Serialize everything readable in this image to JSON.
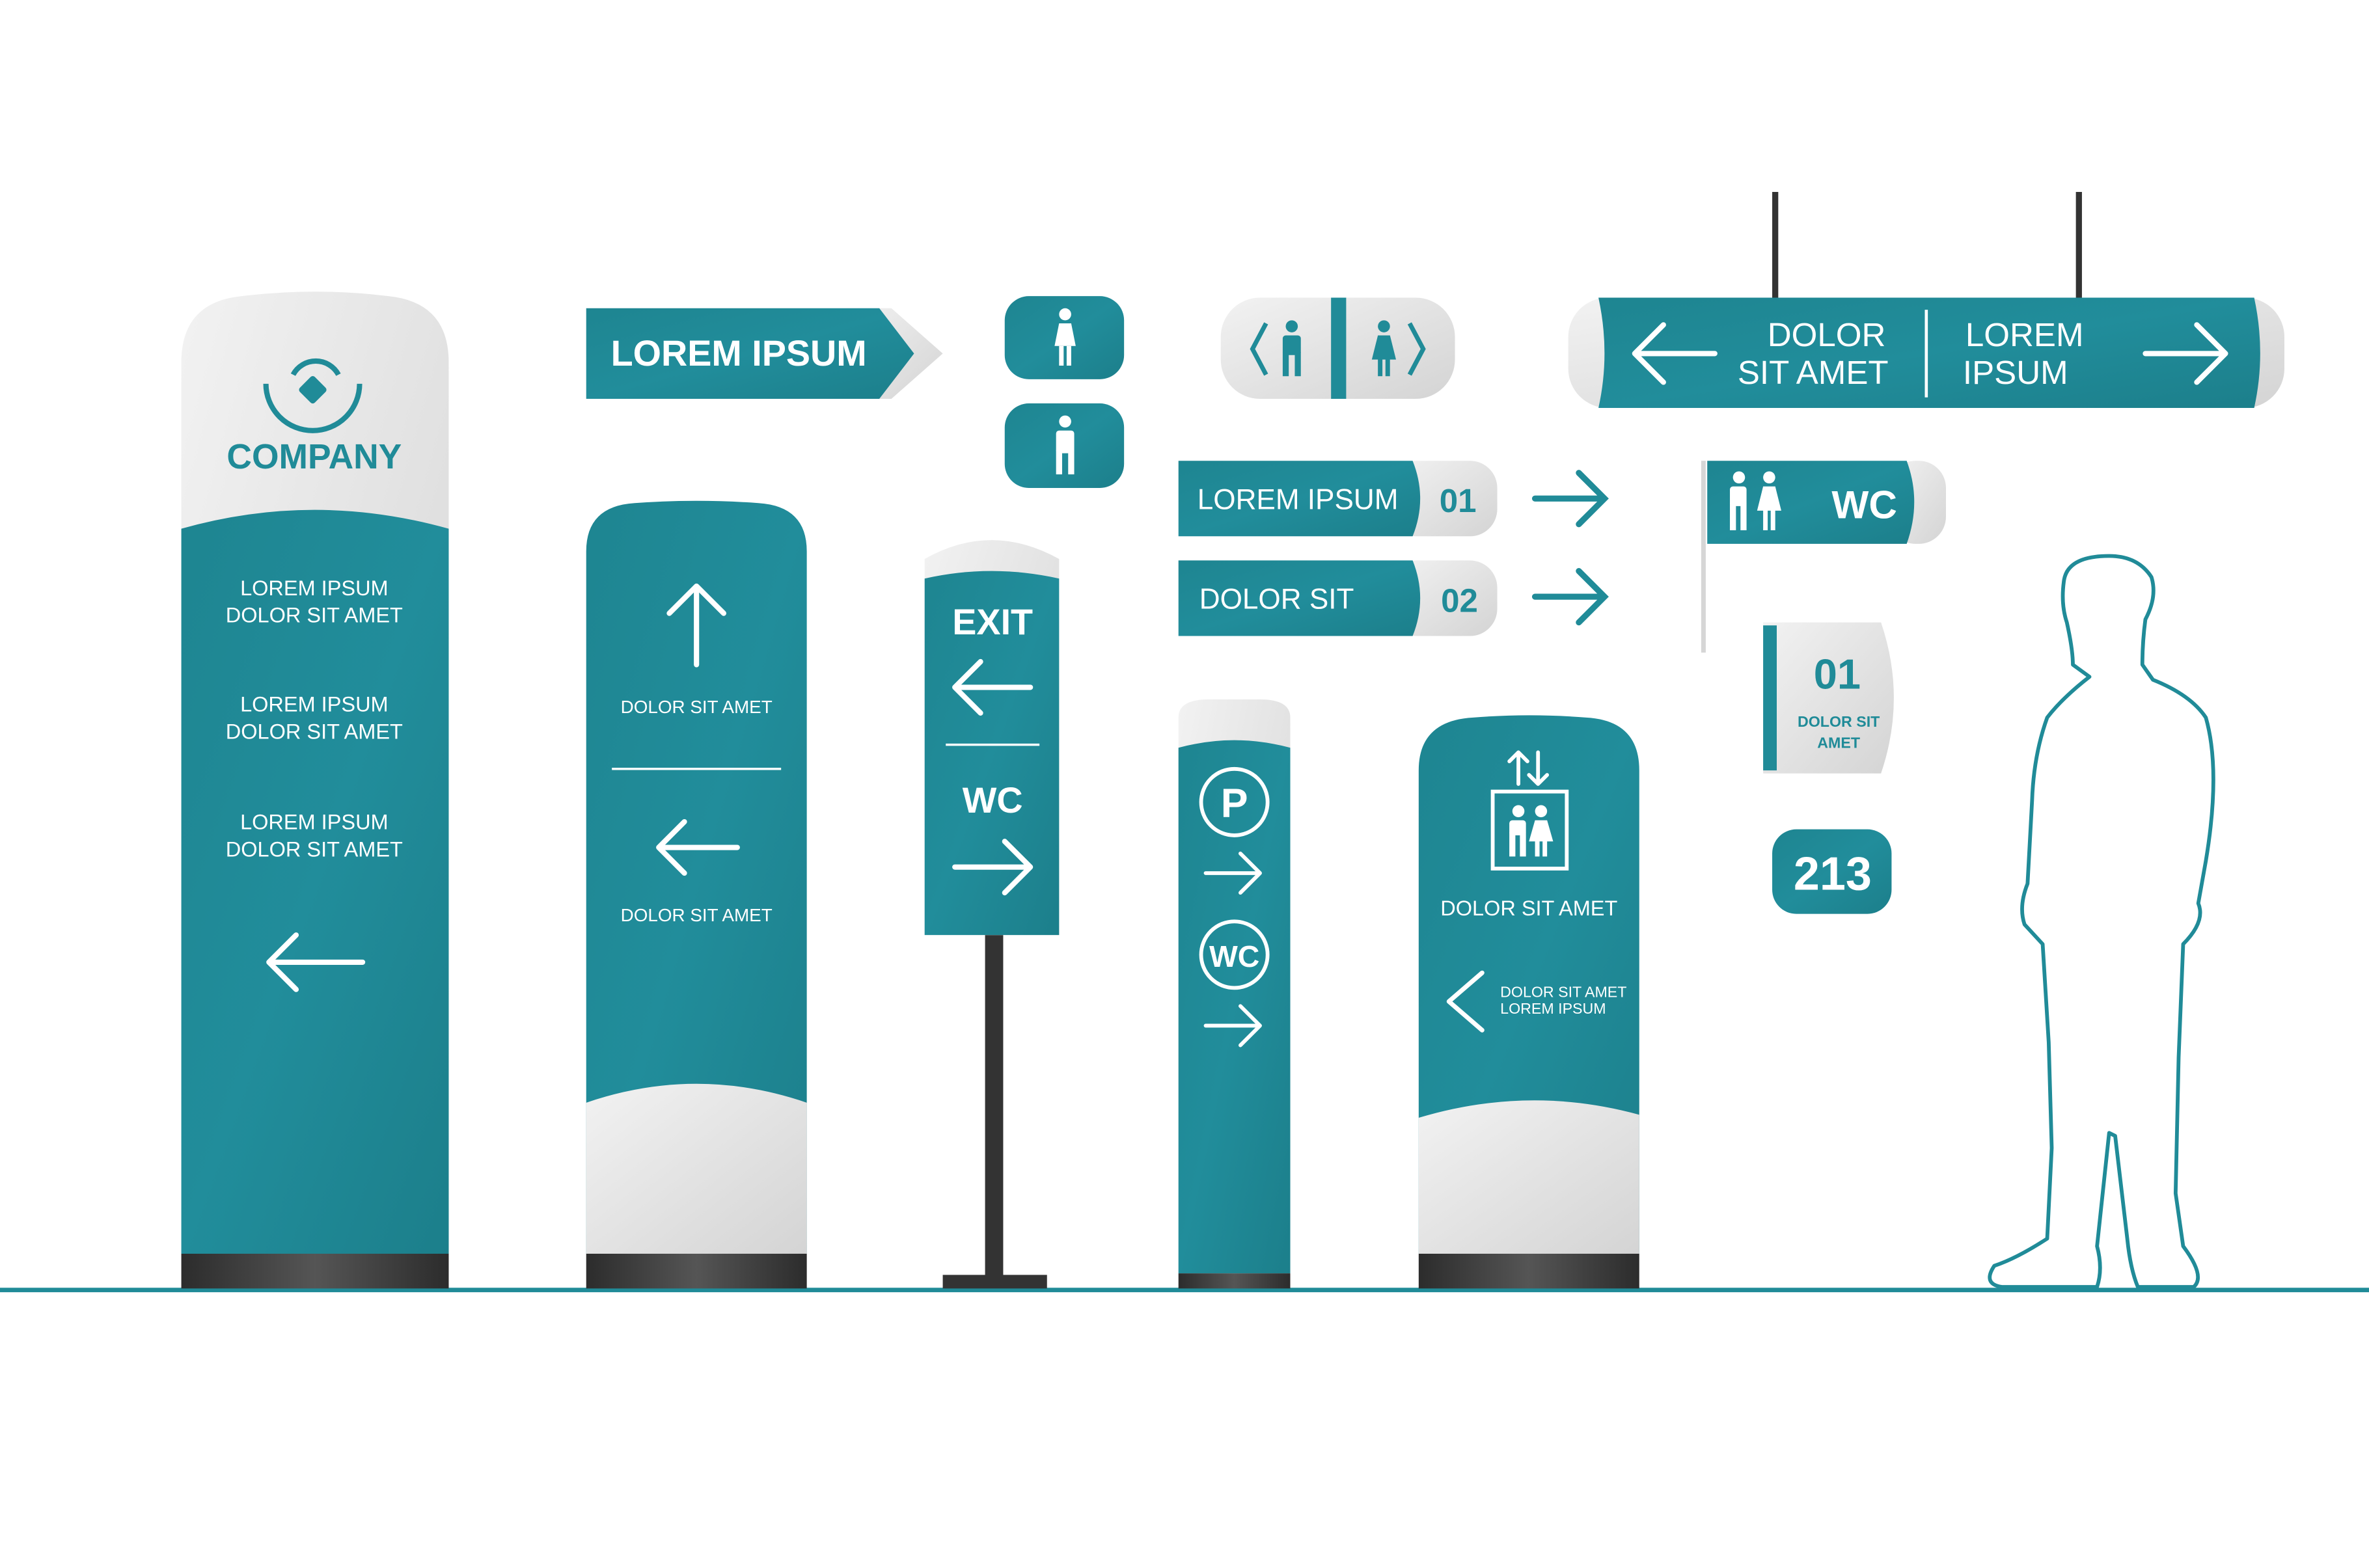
{
  "colors": {
    "teal": "#208b98",
    "grey": "#e6e6e6",
    "base": "#3a3a3a",
    "background": "#ffffff"
  },
  "totem_company": {
    "logo_text": "COMPANY",
    "entries": [
      {
        "line1": "LOREM IPSUM",
        "line2": "DOLOR SIT AMET"
      },
      {
        "line1": "LOREM IPSUM",
        "line2": "DOLOR SIT AMET"
      },
      {
        "line1": "LOREM IPSUM",
        "line2": "DOLOR SIT AMET"
      }
    ],
    "arrow": "arrow-left-icon"
  },
  "totem_directions": {
    "upper_label": "DOLOR SIT AMET",
    "lower_label": "DOLOR SIT AMET"
  },
  "arrow_sign": {
    "label": "LOREM IPSUM"
  },
  "exit_post": {
    "exit_label": "EXIT",
    "wc_label": "WC"
  },
  "parking_totem": {
    "parking_label": "P",
    "wc_label": "WC"
  },
  "elevator_totem": {
    "label": "DOLOR SIT AMET",
    "sub_line1": "DOLOR SIT AMET",
    "sub_line2": "LOREM IPSUM"
  },
  "hanging_sign": {
    "left_line1": "DOLOR",
    "left_line2": "SIT AMET",
    "right_line1": "LOREM",
    "right_line2": "IPSUM"
  },
  "row_signs": [
    {
      "label": "LOREM IPSUM",
      "number": "01"
    },
    {
      "label": "DOLOR SIT",
      "number": "02"
    }
  ],
  "flag_sign": {
    "label": "WC"
  },
  "room_sign": {
    "number": "01",
    "line1": "DOLOR SIT",
    "line2": "AMET"
  },
  "number_plate": {
    "number": "213"
  }
}
